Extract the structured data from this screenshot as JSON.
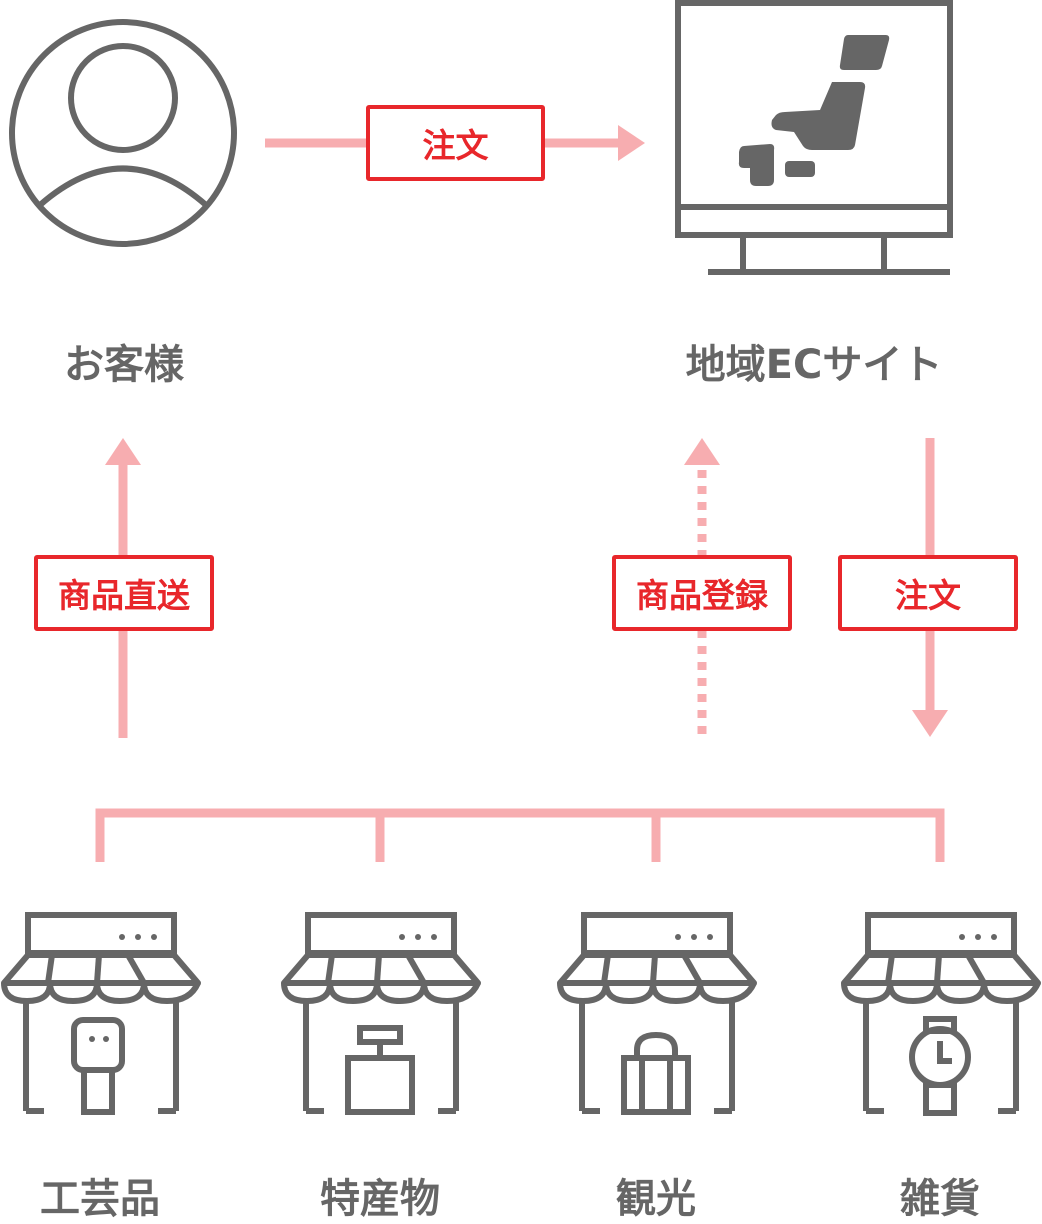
{
  "actors": {
    "customer": "お客様",
    "ec_site": "地域ECサイト"
  },
  "flows": {
    "top_order": "注文",
    "direct_shipping": "商品直送",
    "product_registration": "商品登録",
    "side_order": "注文"
  },
  "shops": [
    {
      "label": "工芸品",
      "icon": "craft-figure-icon"
    },
    {
      "label": "特産物",
      "icon": "specialty-bottle-icon"
    },
    {
      "label": "観光",
      "icon": "tourism-bag-icon"
    },
    {
      "label": "雑貨",
      "icon": "goods-watch-icon"
    }
  ],
  "colors": {
    "icon_gray": "#666666",
    "arrow_pink": "#f7adb0",
    "tag_red": "#e8272b"
  }
}
